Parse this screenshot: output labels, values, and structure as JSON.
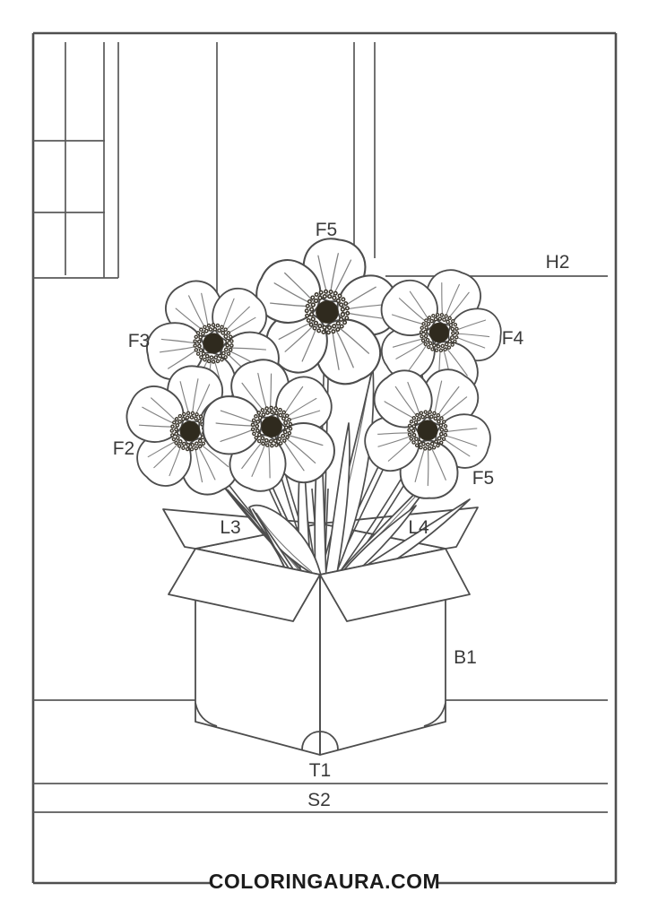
{
  "colors": {
    "background": "#ffffff",
    "line_art": "#4d4d4d",
    "label_text": "#3a3a3a",
    "flower_center": "#2f2a1e",
    "footer_text": "#1c1c1c"
  },
  "region_labels": {
    "flower_top": "F5",
    "flower_upper_left": "F3",
    "flower_upper_right": "F4",
    "flower_lower_left": "F2",
    "flower_lower_right": "F5",
    "wall_band": "H2",
    "box_flap_left": "L3",
    "box_flap_right": "L4",
    "box_front": "B1",
    "table_top": "T1",
    "table_edge": "S2"
  },
  "footer": {
    "website": "COLORINGAURA.COM"
  }
}
